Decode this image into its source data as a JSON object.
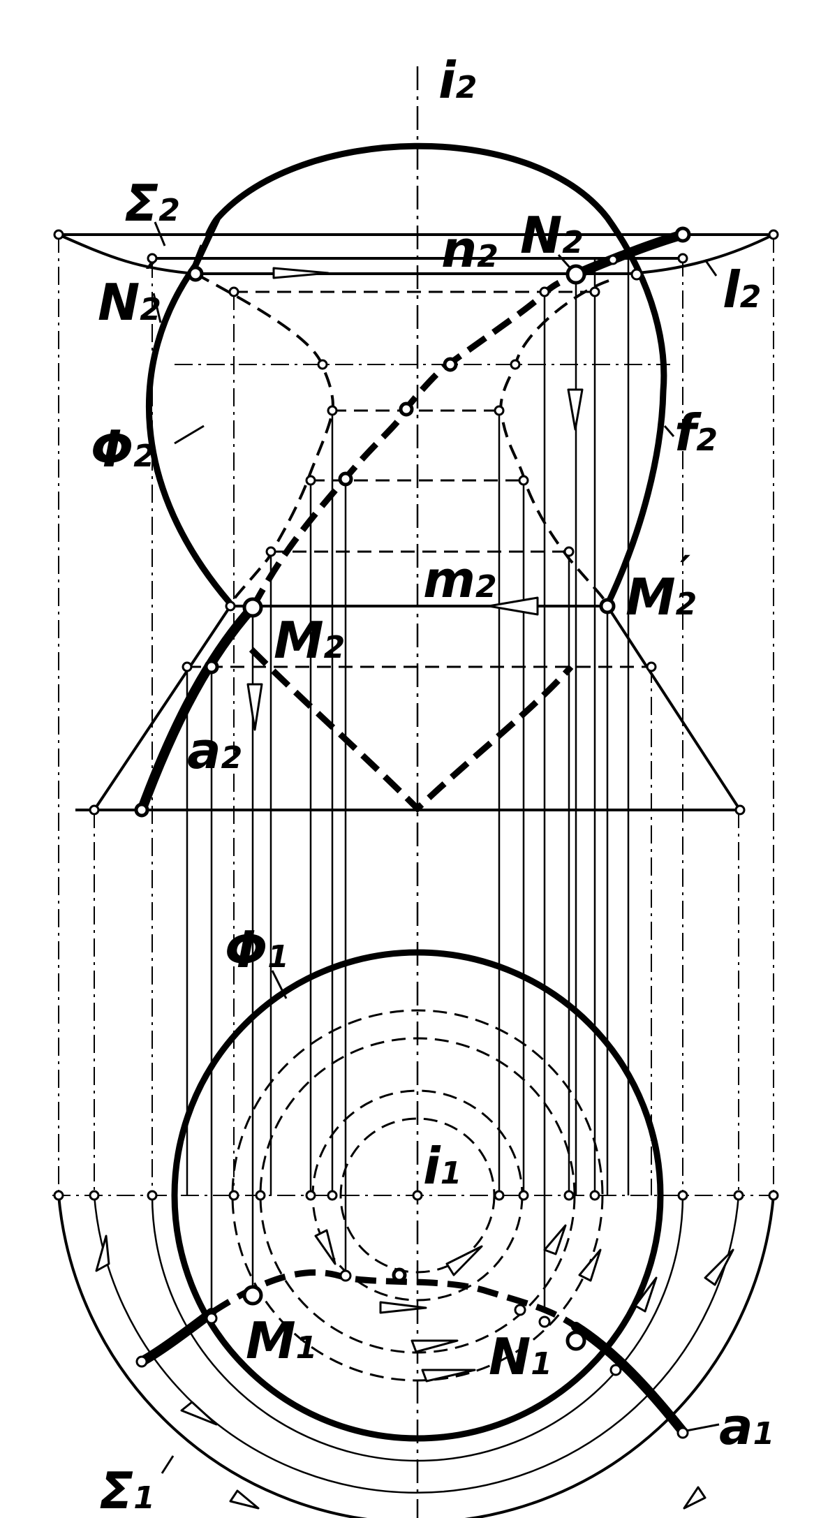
{
  "labels": {
    "i2": {
      "main": "i",
      "sub": "2"
    },
    "sigma2": {
      "main": "Σ",
      "sub": "2"
    },
    "N2": {
      "main": "N",
      "sub": "2"
    },
    "n2": {
      "main": "n",
      "sub": "2"
    },
    "N2prime": {
      "main": "N",
      "sub": "2",
      "prime": "′"
    },
    "l2": {
      "main": "l",
      "sub": "2"
    },
    "phi2": {
      "main": "Φ",
      "sub": "2"
    },
    "f2": {
      "main": "f",
      "sub": "2"
    },
    "m2": {
      "main": "m",
      "sub": "2"
    },
    "M2prime": {
      "main": "M",
      "sub": "2",
      "prime": "′"
    },
    "M2": {
      "main": "M",
      "sub": "2"
    },
    "a2": {
      "main": "a",
      "sub": "2"
    },
    "phi1": {
      "main": "Φ",
      "sub": "1"
    },
    "i1": {
      "main": "i",
      "sub": "1"
    },
    "M1": {
      "main": "M",
      "sub": "1"
    },
    "N1": {
      "main": "N",
      "sub": "1"
    },
    "a1": {
      "main": "a",
      "sub": "1"
    },
    "sigma1": {
      "main": "Σ",
      "sub": "1"
    }
  }
}
